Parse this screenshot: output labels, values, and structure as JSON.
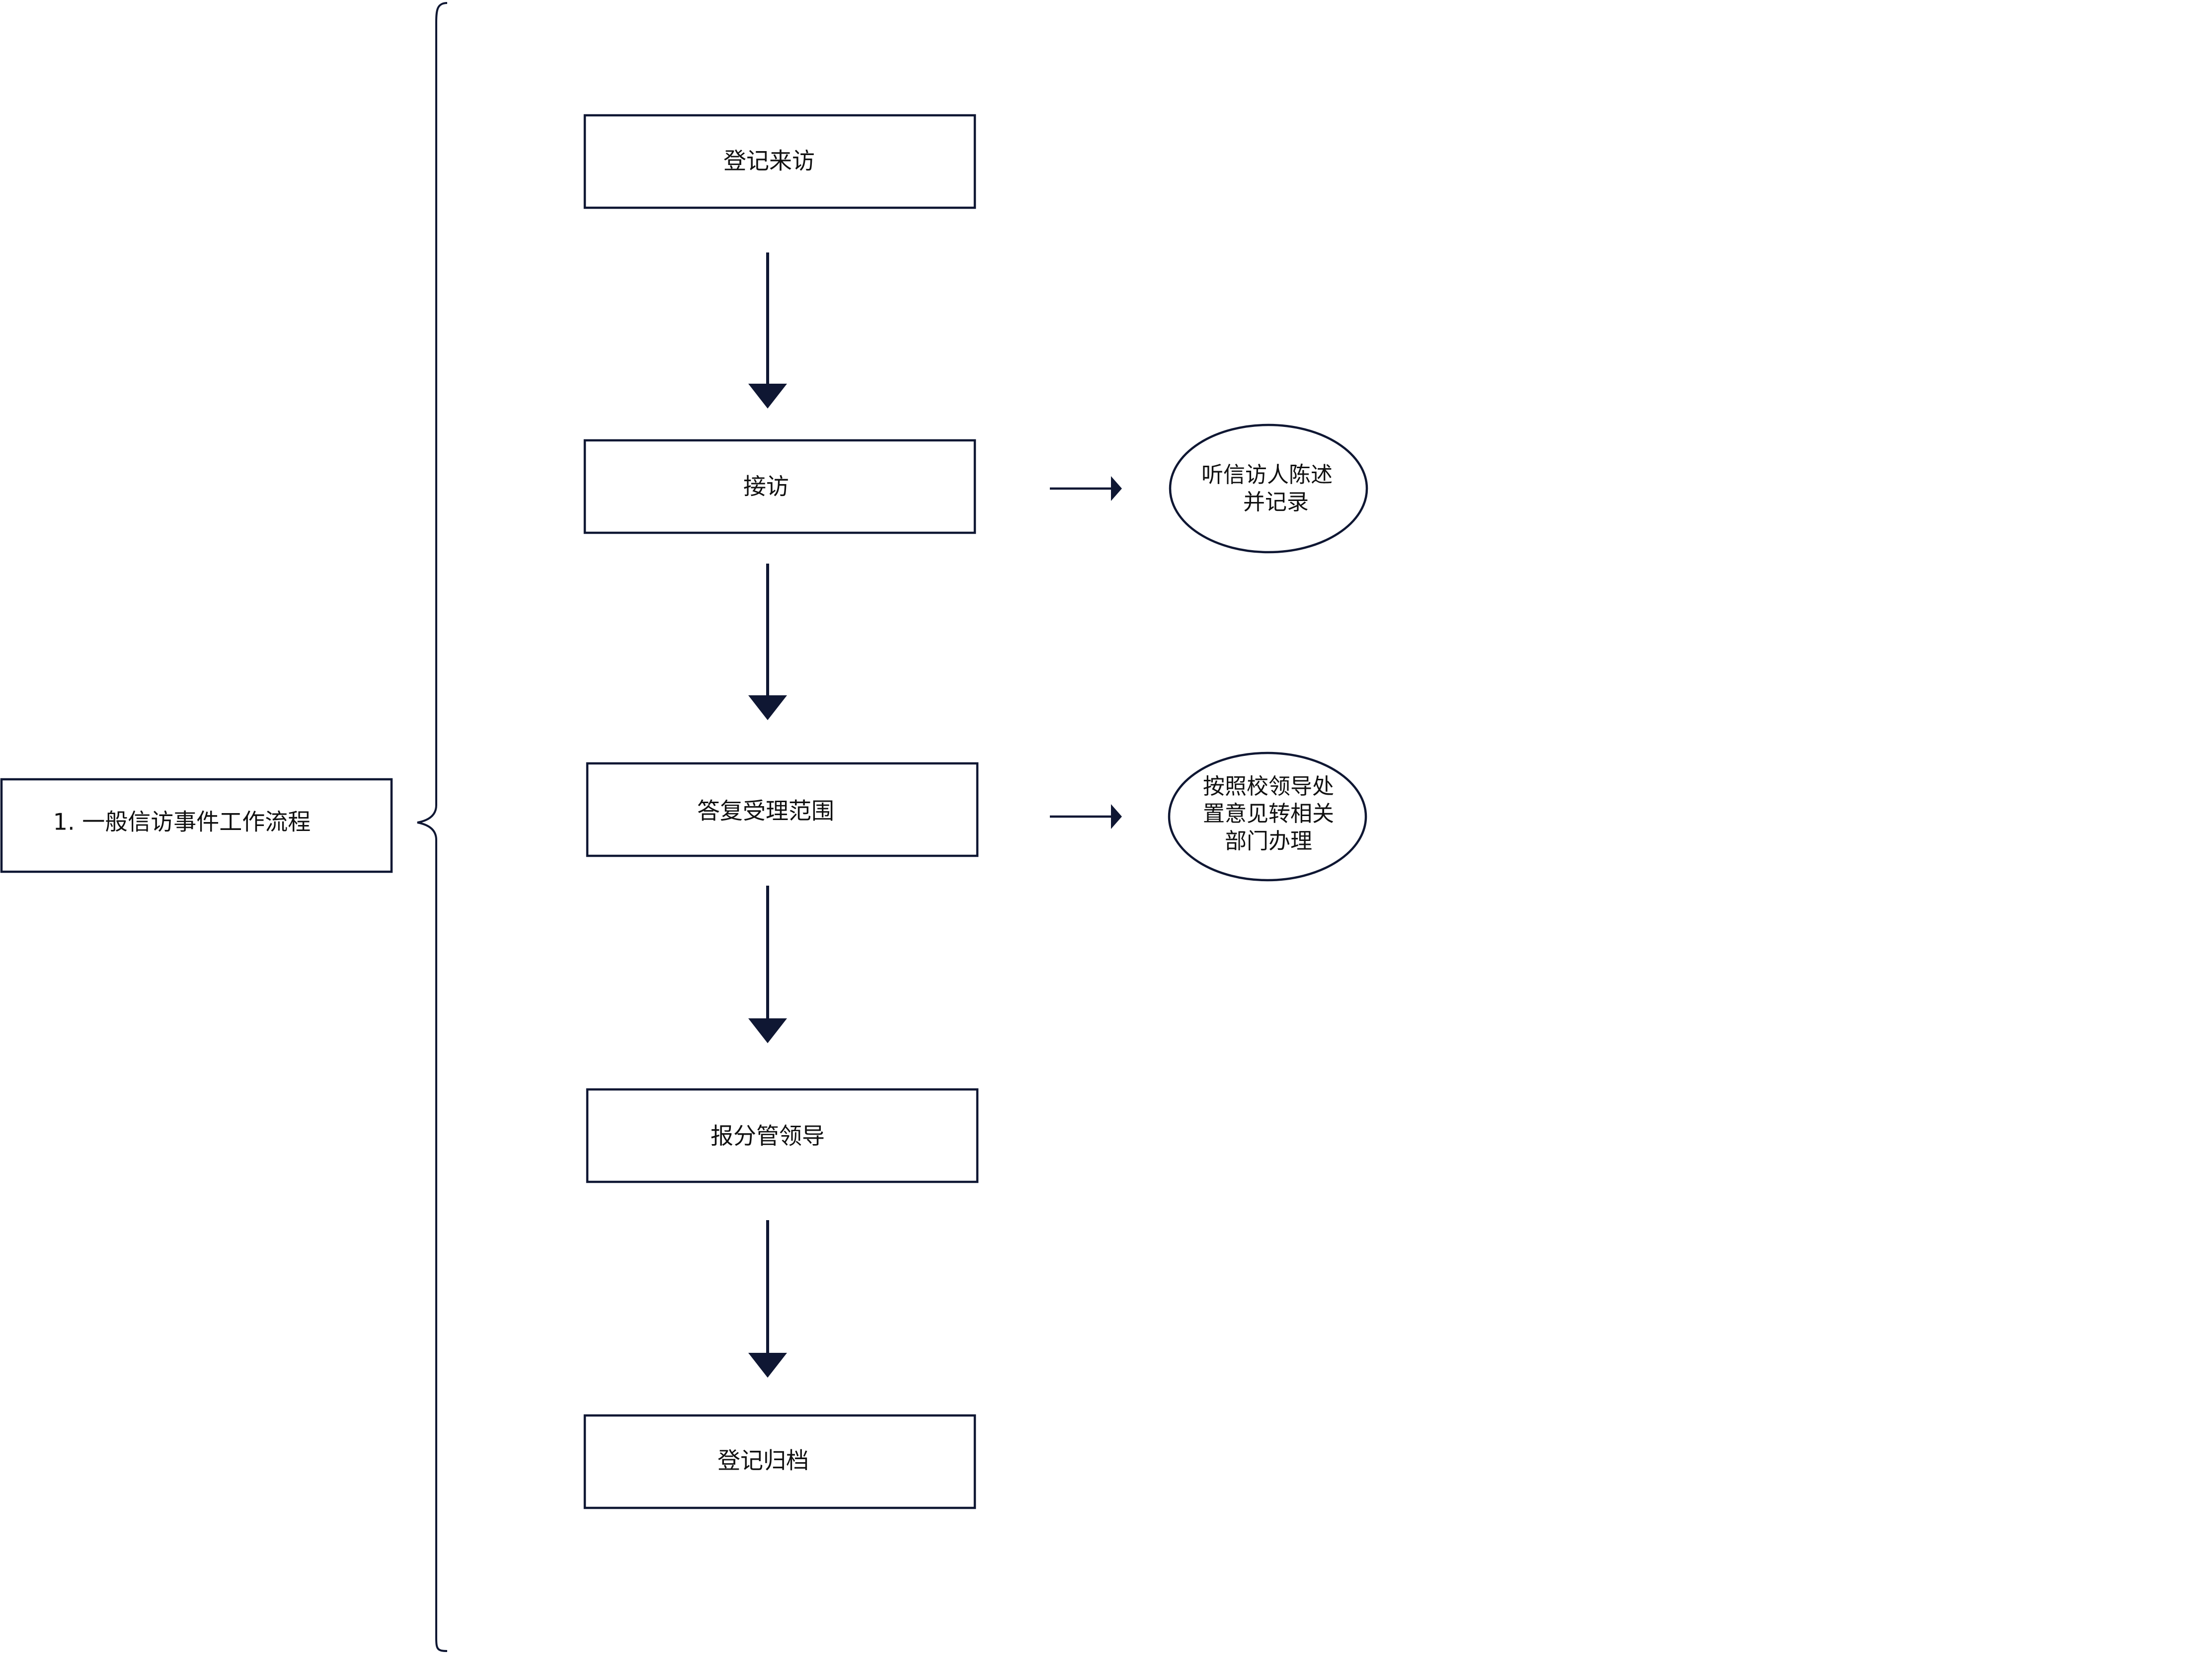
{
  "diagram": {
    "category": "1. 一般信访事件工作流程",
    "steps": [
      "登记来访",
      "接访",
      "答复受理范围",
      "报分管领导",
      "登记归档"
    ],
    "notes": [
      {
        "attached_to": "接访",
        "lines": [
          "听信访人陈述",
          "并记录"
        ]
      },
      {
        "attached_to": "答复受理范围",
        "lines": [
          "按照校领导处",
          "置意见转相关",
          "部门办理"
        ]
      }
    ],
    "colors": {
      "stroke": "#0f1733",
      "text": "#111111",
      "background": "#ffffff"
    }
  }
}
